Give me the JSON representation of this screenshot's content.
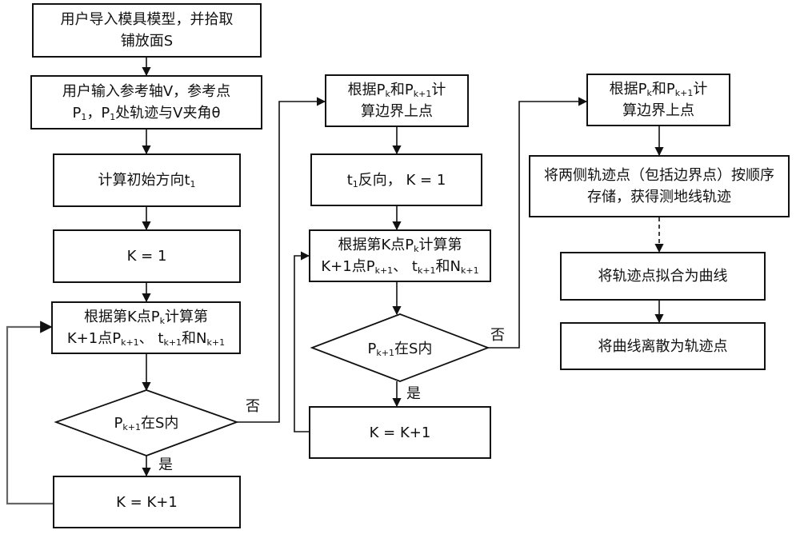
{
  "nodes": {
    "import": "用户导入模具模型，并拾取铺放面S",
    "input_l1": "用户输入参考轴V，参考点",
    "input_p1": "P",
    "input_s1": "1",
    "input_sep": "，",
    "input_p2": "P",
    "input_s2": "1",
    "input_tail": "处轨迹与V夹角θ",
    "init_dir": "计算初始方向t",
    "init_dir_sub": "1",
    "k1": "K = 1",
    "calc1_l1a": "根据第K点P",
    "calc1_l1s": "k",
    "calc1_l1b": "计算第",
    "calc1_l2a": "K+1点P",
    "calc1_l2s1": "k+1",
    "calc1_l2b": "、 t",
    "calc1_l2s2": "k+1",
    "calc1_l2c": "和N",
    "calc1_l2s3": "k+1",
    "dec1_a": "P",
    "dec1_s": "k+1",
    "dec1_b": "在S内",
    "kinc1": "K = K+1",
    "bound1_a": "根据P",
    "bound1_s1": "k",
    "bound1_b": "和P",
    "bound1_s2": "k+1",
    "bound1_c": "计",
    "bound1_l2": "算边界上点",
    "rev_a": "t",
    "rev_s": "1",
    "rev_b": "反向， K = 1",
    "calc2_l1a": "根据第K点P",
    "calc2_l1s": "k",
    "calc2_l1b": "计算第",
    "calc2_l2a": "K+1点P",
    "calc2_l2s1": "k+1",
    "calc2_l2b": "、 t",
    "calc2_l2s2": "k+1",
    "calc2_l2c": "和N",
    "calc2_l2s3": "k+1",
    "dec2_a": "P",
    "dec2_s": "k+1",
    "dec2_b": "在S内",
    "kinc2": "K = K+1",
    "bound2_a": "根据P",
    "bound2_s1": "k",
    "bound2_b": "和P",
    "bound2_s2": "k+1",
    "bound2_c": "计",
    "bound2_l2": "算边界上点",
    "store": "将两侧轨迹点（包括边界点）按顺序存储，获得测地线轨迹",
    "fit": "将轨迹点拟合为曲线",
    "discretize": "将曲线离散为轨迹点"
  },
  "edges": {
    "yes": "是",
    "no": "否"
  },
  "colors": {
    "stroke": "#111111",
    "loop": "#666666"
  }
}
